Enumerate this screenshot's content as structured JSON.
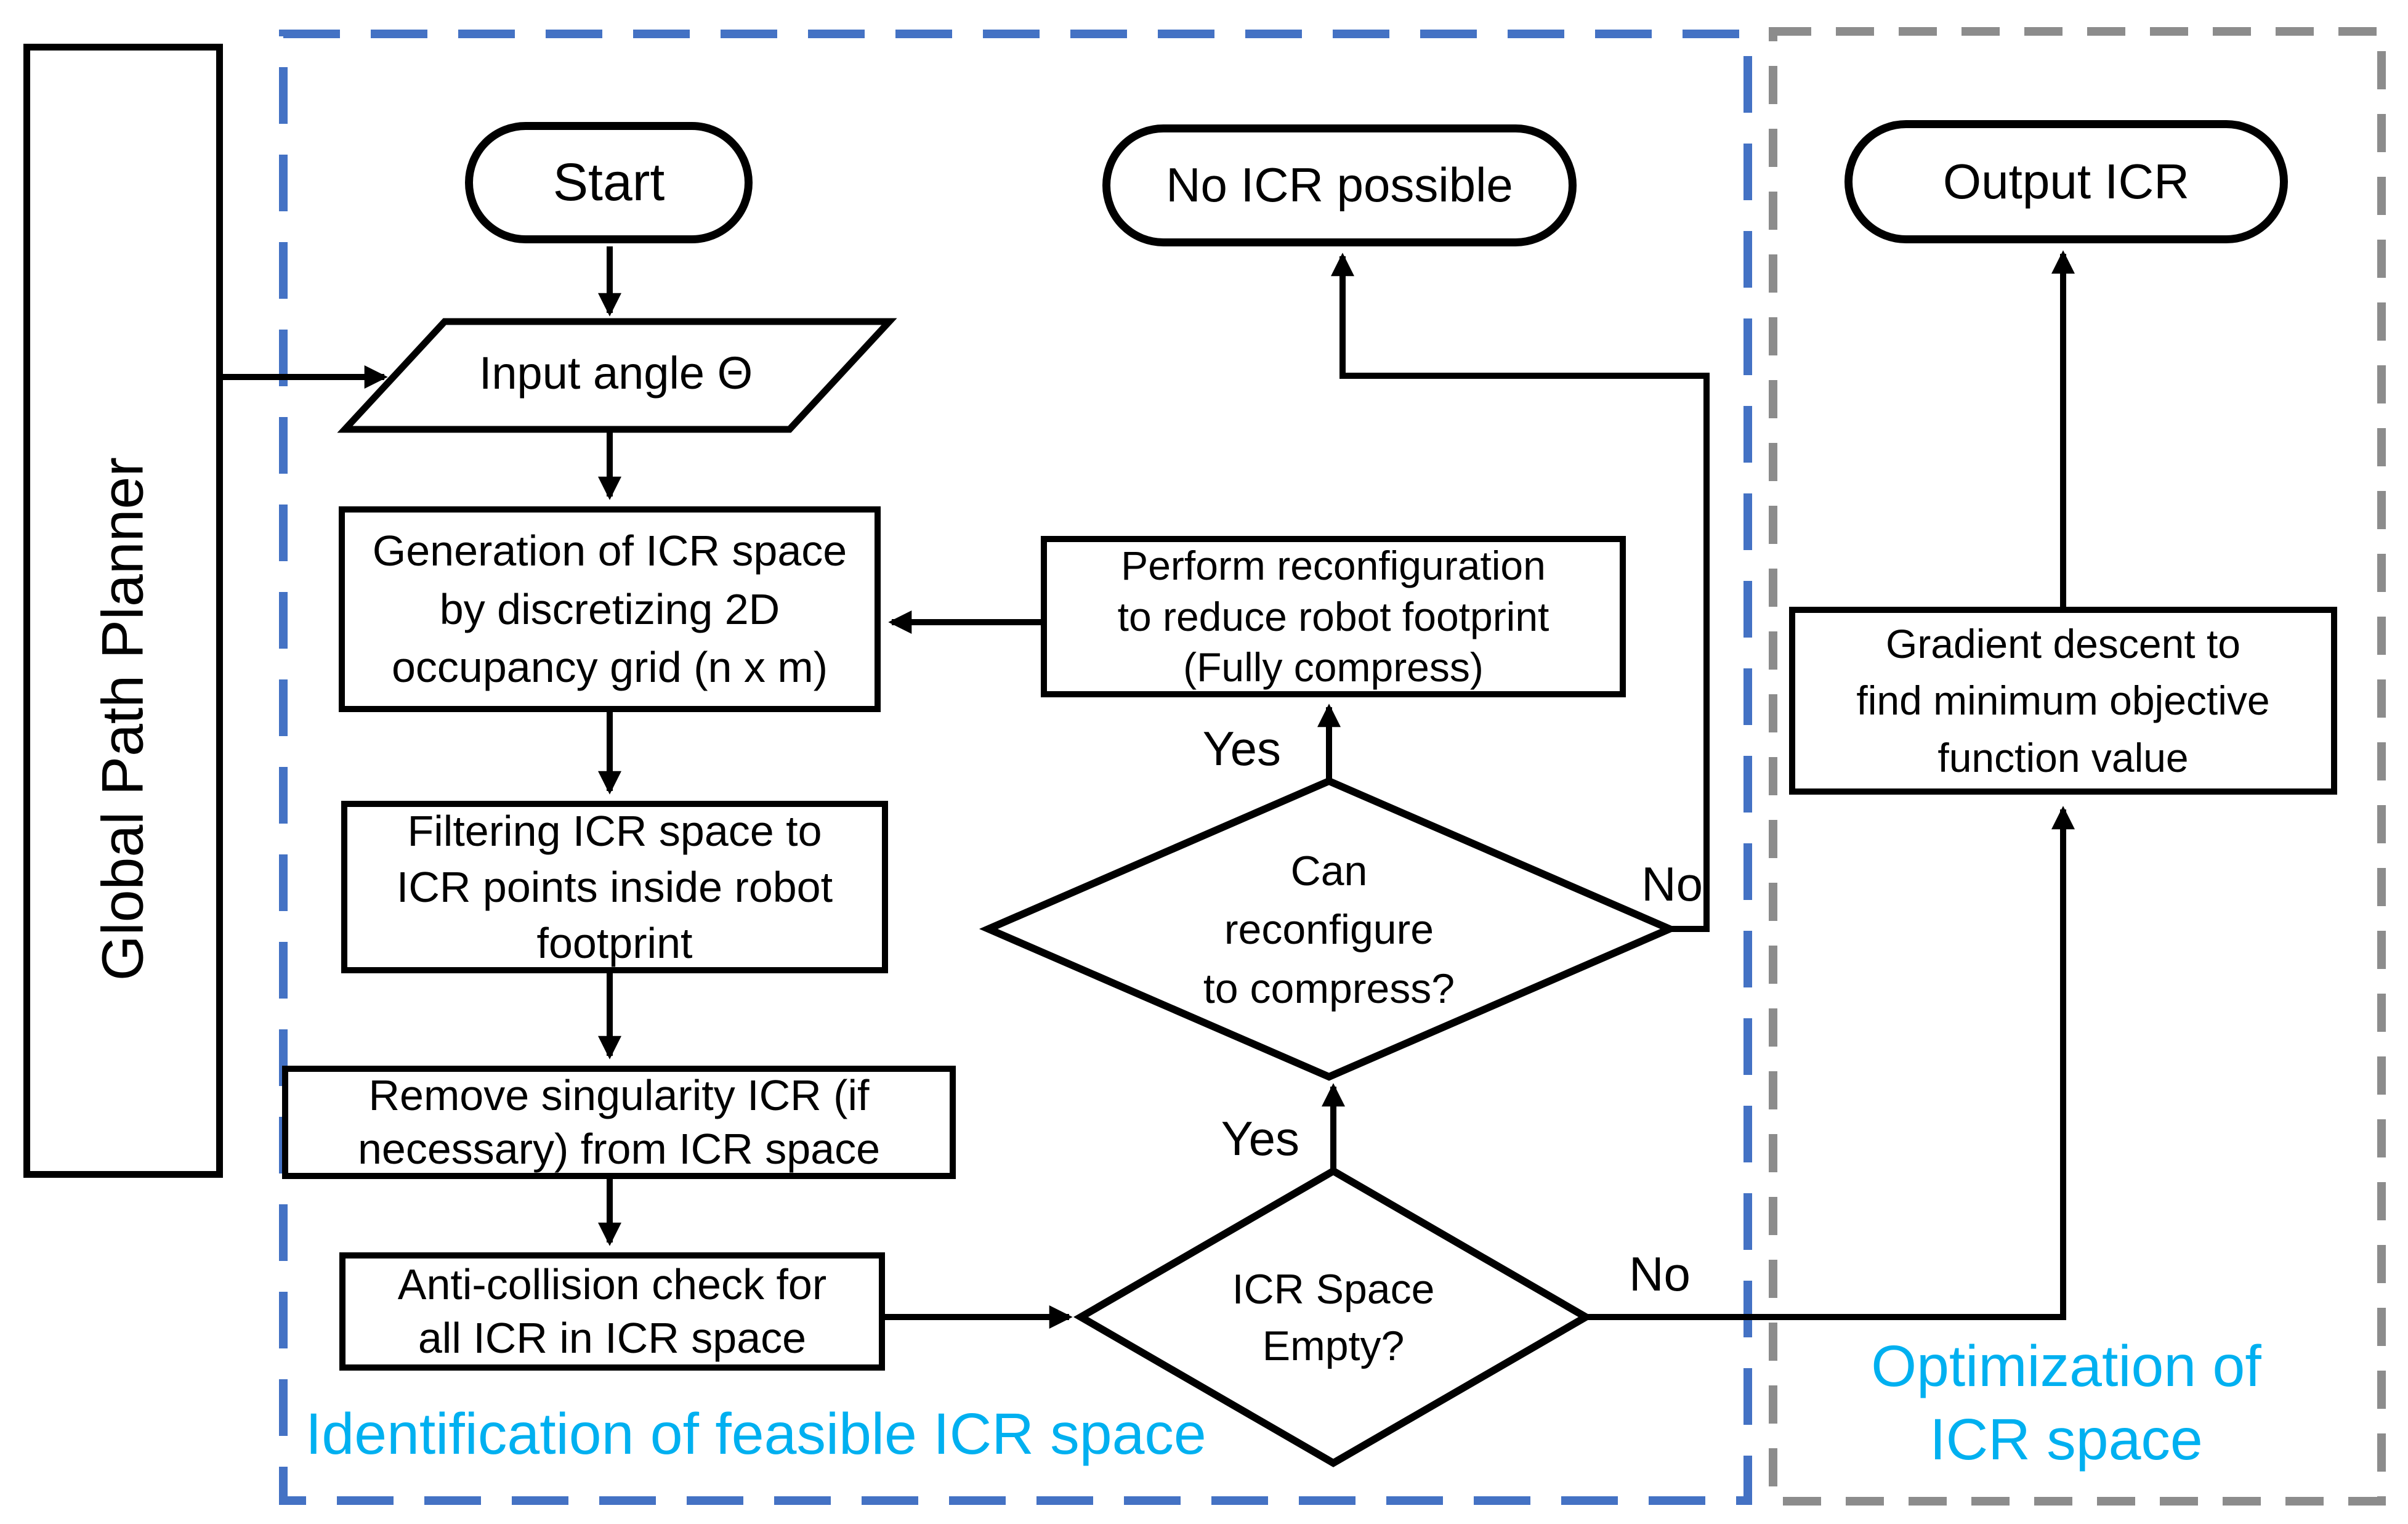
{
  "left_panel": {
    "title": "Global Path Planner"
  },
  "regions": {
    "identification": {
      "caption": "Identification of feasible ICR space"
    },
    "optimization": {
      "caption": "Optimization of\nICR space"
    }
  },
  "nodes": {
    "start": "Start",
    "input_angle": "Input angle Θ",
    "generation": "Generation of ICR space\nby discretizing 2D\noccupancy grid (n x m)",
    "filtering": "Filtering ICR space to\nICR points inside robot\nfootprint",
    "remove_singularity": "Remove singularity ICR (if\nnecessary) from ICR space",
    "anti_collision": "Anti-collision check for\nall ICR in ICR space",
    "icr_space_empty": "ICR Space\nEmpty?",
    "can_reconfigure": "Can\nreconfigure\nto compress?",
    "perform_reconfiguration": "Perform reconfiguration\nto reduce robot footprint\n(Fully compress)",
    "no_icr_possible": "No ICR possible",
    "gradient_descent": "Gradient descent to\nfind minimum objective\nfunction value",
    "output_icr": "Output ICR"
  },
  "edge_labels": {
    "yes_icr_empty": "Yes",
    "yes_can_reconfigure": "Yes",
    "no_can_reconfigure": "No",
    "no_icr_empty": "No"
  },
  "colors": {
    "dashed_blue": "#4472C4",
    "dashed_gray": "#8C8C8C",
    "caption_cyan": "#00B0F0",
    "line_black": "#000000"
  }
}
